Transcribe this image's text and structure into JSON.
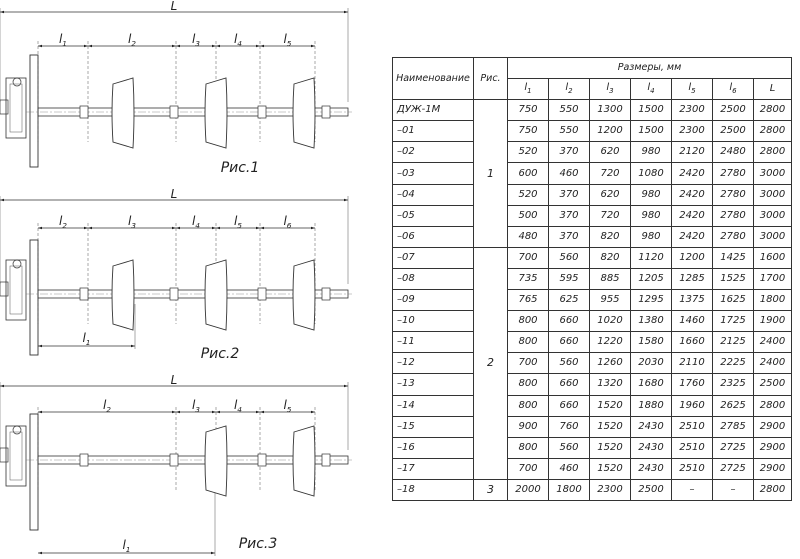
{
  "figures": [
    {
      "caption": "Рис.1",
      "total": "L",
      "dims": [
        "l1",
        "l2",
        "l3",
        "l4",
        "l5"
      ]
    },
    {
      "caption": "Рис.2",
      "total": "L",
      "dims": [
        "l2",
        "l3",
        "l4",
        "l5",
        "l6"
      ],
      "lower": "l1"
    },
    {
      "caption": "Рис.3",
      "total": "L",
      "dims": [
        "l2",
        "l3",
        "l4",
        "l5"
      ],
      "lower": "l1"
    }
  ],
  "table": {
    "header_name": "Наименование",
    "header_fig": "Рис.",
    "header_dims": "Размеры, мм",
    "columns": [
      "l1",
      "l2",
      "l3",
      "l4",
      "l5",
      "l6",
      "L"
    ],
    "rows": [
      {
        "name": "ДУЖ-1М",
        "values": [
          "750",
          "550",
          "1300",
          "1500",
          "2300",
          "2500",
          "2800"
        ]
      },
      {
        "name": "–01",
        "values": [
          "750",
          "550",
          "1200",
          "1500",
          "2300",
          "2500",
          "2800"
        ]
      },
      {
        "name": "–02",
        "values": [
          "520",
          "370",
          "620",
          "980",
          "2120",
          "2480",
          "2800"
        ]
      },
      {
        "name": "–03",
        "values": [
          "600",
          "460",
          "720",
          "1080",
          "2420",
          "2780",
          "3000"
        ]
      },
      {
        "name": "–04",
        "values": [
          "520",
          "370",
          "620",
          "980",
          "2420",
          "2780",
          "3000"
        ]
      },
      {
        "name": "–05",
        "values": [
          "500",
          "370",
          "720",
          "980",
          "2420",
          "2780",
          "3000"
        ]
      },
      {
        "name": "–06",
        "values": [
          "480",
          "370",
          "820",
          "980",
          "2420",
          "2780",
          "3000"
        ]
      },
      {
        "name": "–07",
        "values": [
          "700",
          "560",
          "820",
          "1120",
          "1200",
          "1425",
          "1600"
        ]
      },
      {
        "name": "–08",
        "values": [
          "735",
          "595",
          "885",
          "1205",
          "1285",
          "1525",
          "1700"
        ]
      },
      {
        "name": "–09",
        "values": [
          "765",
          "625",
          "955",
          "1295",
          "1375",
          "1625",
          "1800"
        ]
      },
      {
        "name": "–10",
        "values": [
          "800",
          "660",
          "1020",
          "1380",
          "1460",
          "1725",
          "1900"
        ]
      },
      {
        "name": "–11",
        "values": [
          "800",
          "660",
          "1220",
          "1580",
          "1660",
          "2125",
          "2400"
        ]
      },
      {
        "name": "–12",
        "values": [
          "700",
          "560",
          "1260",
          "2030",
          "2110",
          "2225",
          "2400"
        ]
      },
      {
        "name": "–13",
        "values": [
          "800",
          "660",
          "1320",
          "1680",
          "1760",
          "2325",
          "2500"
        ]
      },
      {
        "name": "–14",
        "values": [
          "800",
          "660",
          "1520",
          "1880",
          "1960",
          "2625",
          "2800"
        ]
      },
      {
        "name": "–15",
        "values": [
          "900",
          "760",
          "1520",
          "2430",
          "2510",
          "2785",
          "2900"
        ]
      },
      {
        "name": "–16",
        "values": [
          "800",
          "560",
          "1520",
          "2430",
          "2510",
          "2725",
          "2900"
        ]
      },
      {
        "name": "–17",
        "values": [
          "700",
          "460",
          "1520",
          "2430",
          "2510",
          "2725",
          "2900"
        ]
      },
      {
        "name": "–18",
        "values": [
          "2000",
          "1800",
          "2300",
          "2500",
          "–",
          "–",
          "2800"
        ]
      }
    ],
    "fig_groups": [
      {
        "label": "1",
        "start": 0,
        "span": 7
      },
      {
        "label": "2",
        "start": 7,
        "span": 11
      },
      {
        "label": "3",
        "start": 18,
        "span": 1
      }
    ]
  }
}
